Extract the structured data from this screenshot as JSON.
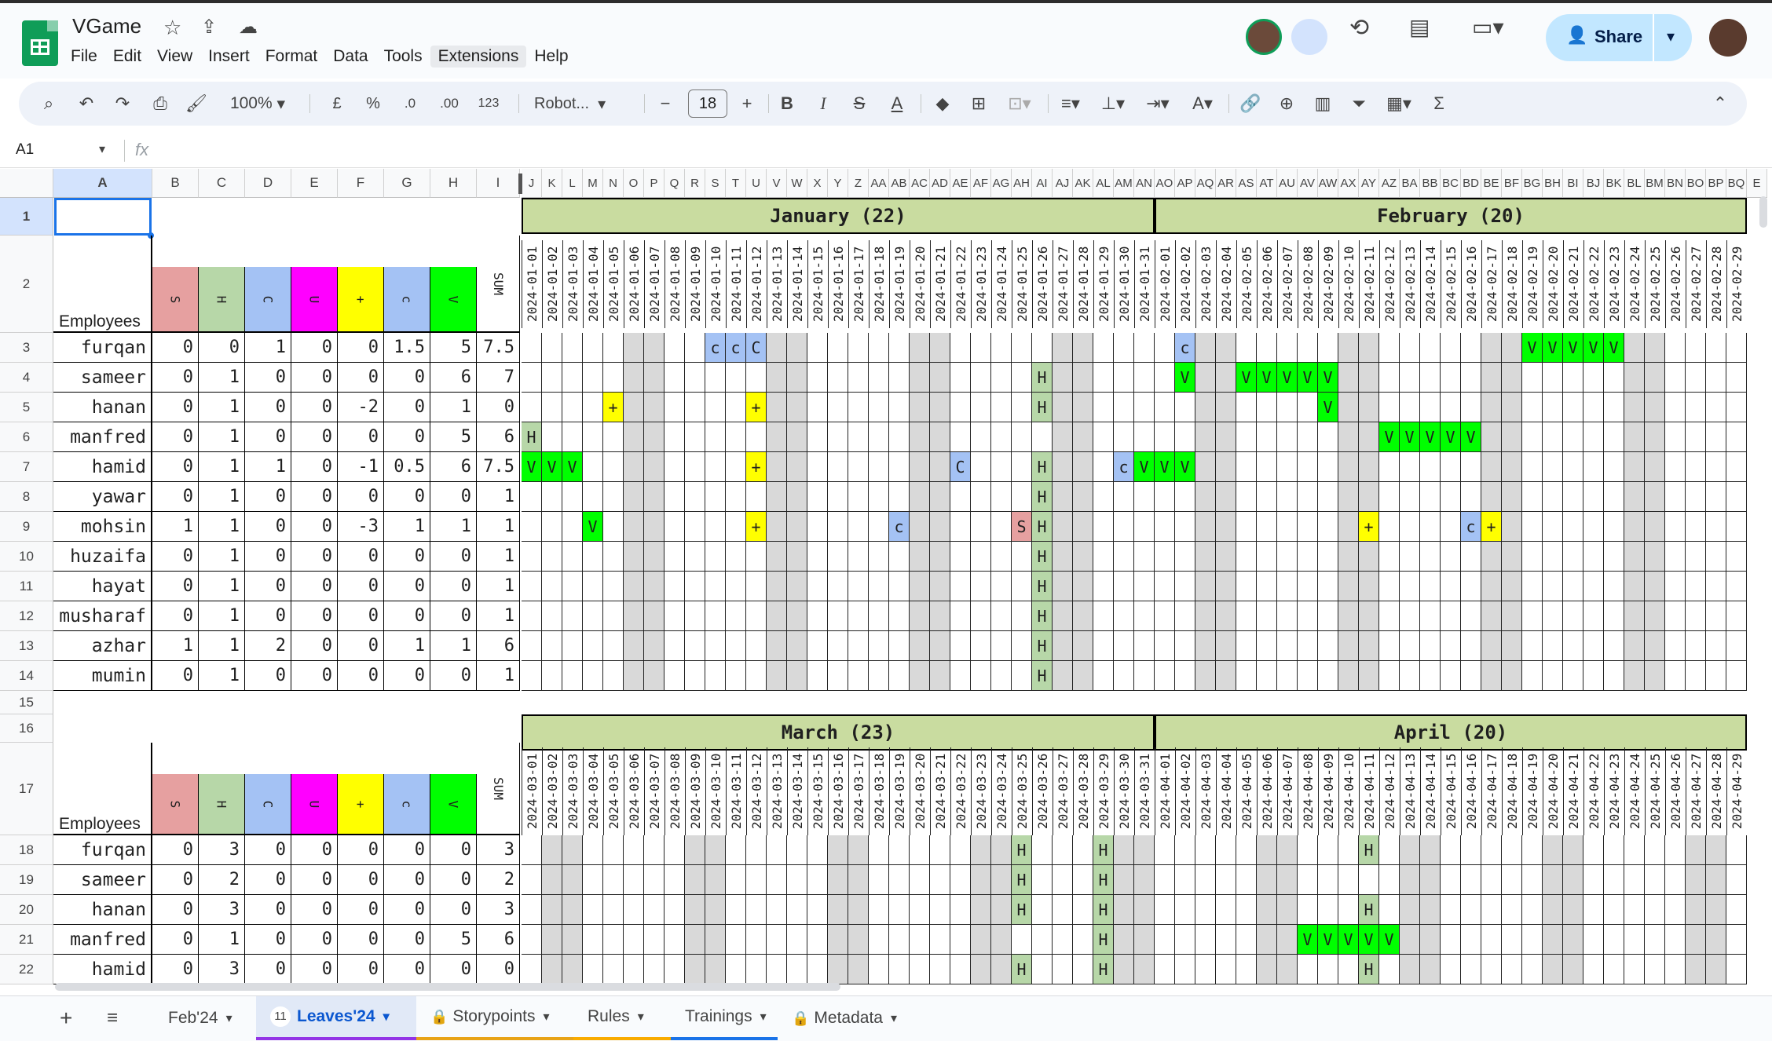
{
  "doc": {
    "title": "VGame"
  },
  "menu": [
    "File",
    "Edit",
    "View",
    "Insert",
    "Format",
    "Data",
    "Tools",
    "Extensions",
    "Help"
  ],
  "toolbar": {
    "zoom": "100%",
    "currency": "£",
    "percent": "%",
    "dec_minus": ".0",
    "dec_plus": ".00",
    "number_format": "123",
    "font": "Robot...",
    "font_size": "18"
  },
  "share": {
    "label": "Share"
  },
  "formula": {
    "namebox": "A1",
    "fx": "fx"
  },
  "columns": [
    "A",
    "B",
    "C",
    "D",
    "E",
    "F",
    "G",
    "H",
    "I",
    "J",
    "K",
    "L",
    "M",
    "N",
    "O",
    "P",
    "Q",
    "R",
    "S",
    "T",
    "U",
    "V",
    "W",
    "X",
    "Y",
    "Z",
    "AA",
    "AB",
    "AC",
    "AD",
    "AE",
    "AF",
    "AG",
    "AH",
    "AI",
    "AJ",
    "AK",
    "AL",
    "AM",
    "AN",
    "AO",
    "AP",
    "AQ",
    "AR",
    "AS",
    "AT",
    "AU",
    "AV",
    "AW",
    "AX",
    "AY",
    "AZ",
    "BA",
    "BB",
    "BC",
    "BD",
    "BE",
    "BF",
    "BG",
    "BH",
    "BI",
    "BJ",
    "BK",
    "BL",
    "BM",
    "BN",
    "BO",
    "BP",
    "BQ",
    "E"
  ],
  "rows": [
    "1",
    "2",
    "3",
    "4",
    "5",
    "6",
    "7",
    "8",
    "9",
    "10",
    "11",
    "12",
    "13",
    "14",
    "15",
    "16",
    "17",
    "18",
    "19",
    "20",
    "21",
    "22"
  ],
  "colors": {
    "S": "#e6a0a0",
    "H": "#b7d7a8",
    "C": "#a4c2f4",
    "U": "#ff00ff",
    "+": "#ffff00",
    "c": "#a4c2f4",
    "V": "#00ff00",
    "weekend": "#d9d9d9",
    "month": "#c9dca0",
    "selection": "#1a73e8"
  },
  "categories": [
    "S",
    "H",
    "C",
    "U",
    "+",
    "c",
    "V",
    "SUM"
  ],
  "block1": {
    "months": [
      "January (22)",
      "February (20)"
    ],
    "header_label": "Employees",
    "dates": [
      "2024-01-01",
      "2024-01-02",
      "2024-01-03",
      "2024-01-04",
      "2024-01-05",
      "2024-01-06",
      "2024-01-07",
      "2024-01-08",
      "2024-01-09",
      "2024-01-10",
      "2024-01-11",
      "2024-01-12",
      "2024-01-13",
      "2024-01-14",
      "2024-01-15",
      "2024-01-16",
      "2024-01-17",
      "2024-01-18",
      "2024-01-19",
      "2024-01-20",
      "2024-01-21",
      "2024-01-22",
      "2024-01-23",
      "2024-01-24",
      "2024-01-25",
      "2024-01-26",
      "2024-01-27",
      "2024-01-28",
      "2024-01-29",
      "2024-01-30",
      "2024-01-31",
      "2024-02-01",
      "2024-02-02",
      "2024-02-03",
      "2024-02-04",
      "2024-02-05",
      "2024-02-06",
      "2024-02-07",
      "2024-02-08",
      "2024-02-09",
      "2024-02-10",
      "2024-02-11",
      "2024-02-12",
      "2024-02-13",
      "2024-02-14",
      "2024-02-15",
      "2024-02-16",
      "2024-02-17",
      "2024-02-18",
      "2024-02-19",
      "2024-02-20",
      "2024-02-21",
      "2024-02-22",
      "2024-02-23",
      "2024-02-24",
      "2024-02-25",
      "2024-02-26",
      "2024-02-27",
      "2024-02-28",
      "2024-02-29"
    ],
    "employees": [
      {
        "name": "furqan",
        "vals": [
          "0",
          "0",
          "1",
          "0",
          "0",
          "1.5",
          "5",
          "7.5"
        ]
      },
      {
        "name": "sameer",
        "vals": [
          "0",
          "1",
          "0",
          "0",
          "0",
          "0",
          "6",
          "7"
        ]
      },
      {
        "name": "hanan",
        "vals": [
          "0",
          "1",
          "0",
          "0",
          "-2",
          "0",
          "1",
          "0"
        ]
      },
      {
        "name": "manfred",
        "vals": [
          "0",
          "1",
          "0",
          "0",
          "0",
          "0",
          "5",
          "6"
        ]
      },
      {
        "name": "hamid",
        "vals": [
          "0",
          "1",
          "1",
          "0",
          "-1",
          "0.5",
          "6",
          "7.5"
        ]
      },
      {
        "name": "yawar",
        "vals": [
          "0",
          "1",
          "0",
          "0",
          "0",
          "0",
          "0",
          "1"
        ]
      },
      {
        "name": "mohsin",
        "vals": [
          "1",
          "1",
          "0",
          "0",
          "-3",
          "1",
          "1",
          "1"
        ]
      },
      {
        "name": "huzaifa",
        "vals": [
          "0",
          "1",
          "0",
          "0",
          "0",
          "0",
          "0",
          "1"
        ]
      },
      {
        "name": "hayat",
        "vals": [
          "0",
          "1",
          "0",
          "0",
          "0",
          "0",
          "0",
          "1"
        ]
      },
      {
        "name": "musharaf",
        "vals": [
          "0",
          "1",
          "0",
          "0",
          "0",
          "0",
          "0",
          "1"
        ]
      },
      {
        "name": "azhar",
        "vals": [
          "1",
          "1",
          "2",
          "0",
          "0",
          "1",
          "1",
          "6"
        ]
      },
      {
        "name": "mumin",
        "vals": [
          "0",
          "1",
          "0",
          "0",
          "0",
          "0",
          "0",
          "1"
        ]
      }
    ],
    "marks": [
      [
        0,
        9,
        "c"
      ],
      [
        0,
        10,
        "c"
      ],
      [
        0,
        11,
        "C"
      ],
      [
        0,
        32,
        "c"
      ],
      [
        0,
        49,
        "V"
      ],
      [
        0,
        50,
        "V"
      ],
      [
        0,
        51,
        "V"
      ],
      [
        0,
        52,
        "V"
      ],
      [
        0,
        53,
        "V"
      ],
      [
        1,
        25,
        "H"
      ],
      [
        1,
        32,
        "V"
      ],
      [
        1,
        35,
        "V"
      ],
      [
        1,
        36,
        "V"
      ],
      [
        1,
        37,
        "V"
      ],
      [
        1,
        38,
        "V"
      ],
      [
        1,
        39,
        "V"
      ],
      [
        2,
        4,
        "+"
      ],
      [
        2,
        11,
        "+"
      ],
      [
        2,
        25,
        "H"
      ],
      [
        2,
        39,
        "V"
      ],
      [
        3,
        0,
        "H"
      ],
      [
        3,
        42,
        "V"
      ],
      [
        3,
        43,
        "V"
      ],
      [
        3,
        44,
        "V"
      ],
      [
        3,
        45,
        "V"
      ],
      [
        3,
        46,
        "V"
      ],
      [
        4,
        0,
        "V"
      ],
      [
        4,
        1,
        "V"
      ],
      [
        4,
        2,
        "V"
      ],
      [
        4,
        11,
        "+"
      ],
      [
        4,
        21,
        "C"
      ],
      [
        4,
        25,
        "H"
      ],
      [
        4,
        29,
        "c"
      ],
      [
        4,
        30,
        "V"
      ],
      [
        4,
        31,
        "V"
      ],
      [
        4,
        32,
        "V"
      ],
      [
        5,
        25,
        "H"
      ],
      [
        6,
        3,
        "V"
      ],
      [
        6,
        11,
        "+"
      ],
      [
        6,
        18,
        "c"
      ],
      [
        6,
        24,
        "S"
      ],
      [
        6,
        25,
        "H"
      ],
      [
        6,
        41,
        "+"
      ],
      [
        6,
        46,
        "c"
      ],
      [
        6,
        47,
        "+"
      ],
      [
        7,
        25,
        "H"
      ],
      [
        8,
        25,
        "H"
      ],
      [
        9,
        25,
        "H"
      ],
      [
        10,
        25,
        "H"
      ],
      [
        11,
        25,
        "H"
      ]
    ]
  },
  "block2": {
    "months": [
      "March (23)",
      "April (20)"
    ],
    "header_label": "Employees",
    "dates": [
      "2024-03-01",
      "2024-03-02",
      "2024-03-03",
      "2024-03-04",
      "2024-03-05",
      "2024-03-06",
      "2024-03-07",
      "2024-03-08",
      "2024-03-09",
      "2024-03-10",
      "2024-03-11",
      "2024-03-12",
      "2024-03-13",
      "2024-03-14",
      "2024-03-15",
      "2024-03-16",
      "2024-03-17",
      "2024-03-18",
      "2024-03-19",
      "2024-03-20",
      "2024-03-21",
      "2024-03-22",
      "2024-03-23",
      "2024-03-24",
      "2024-03-25",
      "2024-03-26",
      "2024-03-27",
      "2024-03-28",
      "2024-03-29",
      "2024-03-30",
      "2024-03-31",
      "2024-04-01",
      "2024-04-02",
      "2024-04-03",
      "2024-04-04",
      "2024-04-05",
      "2024-04-06",
      "2024-04-07",
      "2024-04-08",
      "2024-04-09",
      "2024-04-10",
      "2024-04-11",
      "2024-04-12",
      "2024-04-13",
      "2024-04-14",
      "2024-04-15",
      "2024-04-16",
      "2024-04-17",
      "2024-04-18",
      "2024-04-19",
      "2024-04-20",
      "2024-04-21",
      "2024-04-22",
      "2024-04-23",
      "2024-04-24",
      "2024-04-25",
      "2024-04-26",
      "2024-04-27",
      "2024-04-28",
      "2024-04-29"
    ],
    "employees": [
      {
        "name": "furqan",
        "vals": [
          "0",
          "3",
          "0",
          "0",
          "0",
          "0",
          "0",
          "3"
        ]
      },
      {
        "name": "sameer",
        "vals": [
          "0",
          "2",
          "0",
          "0",
          "0",
          "0",
          "0",
          "2"
        ]
      },
      {
        "name": "hanan",
        "vals": [
          "0",
          "3",
          "0",
          "0",
          "0",
          "0",
          "0",
          "3"
        ]
      },
      {
        "name": "manfred",
        "vals": [
          "0",
          "1",
          "0",
          "0",
          "0",
          "0",
          "5",
          "6"
        ]
      },
      {
        "name": "hamid",
        "vals": [
          "0",
          "3",
          "0",
          "0",
          "0",
          "0",
          "0",
          "0"
        ]
      }
    ],
    "marks": [
      [
        0,
        24,
        "H"
      ],
      [
        0,
        28,
        "H"
      ],
      [
        0,
        41,
        "H"
      ],
      [
        1,
        24,
        "H"
      ],
      [
        1,
        28,
        "H"
      ],
      [
        2,
        24,
        "H"
      ],
      [
        2,
        28,
        "H"
      ],
      [
        2,
        41,
        "H"
      ],
      [
        3,
        28,
        "H"
      ],
      [
        3,
        38,
        "V"
      ],
      [
        3,
        39,
        "V"
      ],
      [
        3,
        40,
        "V"
      ],
      [
        3,
        41,
        "V"
      ],
      [
        3,
        42,
        "V"
      ],
      [
        4,
        24,
        "H"
      ],
      [
        4,
        28,
        "H"
      ],
      [
        4,
        41,
        "H"
      ]
    ]
  },
  "tabs": [
    {
      "label": "Feb'24",
      "badge": "",
      "lock": false,
      "active": false,
      "color": ""
    },
    {
      "label": "Leaves'24",
      "badge": "11",
      "lock": false,
      "active": true,
      "color": "#9334e6"
    },
    {
      "label": "Storypoints",
      "badge": "",
      "lock": true,
      "active": false,
      "color": "#e8a317"
    },
    {
      "label": "Rules",
      "badge": "",
      "lock": false,
      "active": false,
      "color": "#f9ab00"
    },
    {
      "label": "Trainings",
      "badge": "",
      "lock": false,
      "active": false,
      "color": "#1a73e8"
    },
    {
      "label": "Metadata",
      "badge": "",
      "lock": true,
      "active": false,
      "color": ""
    }
  ]
}
